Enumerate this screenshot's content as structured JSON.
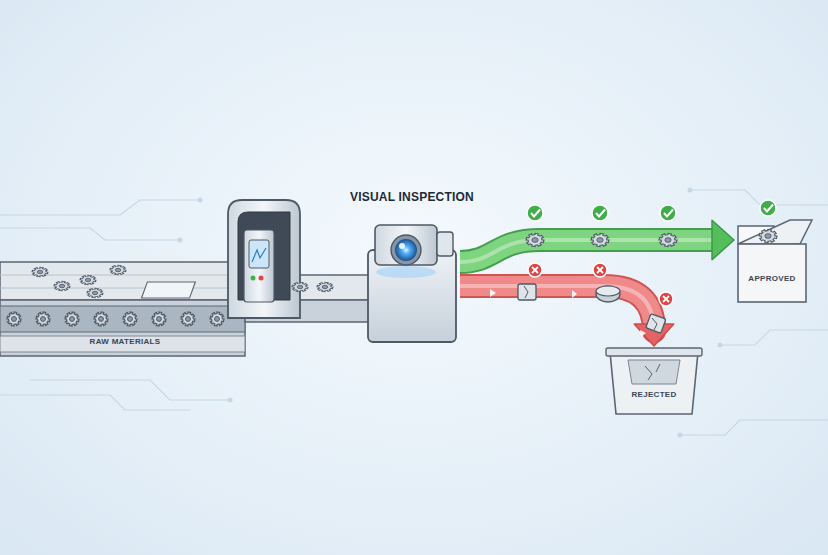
{
  "diagram": {
    "nodes": [
      {
        "text": [
          "RAW MATERIALS"
        ]
      },
      {
        "text": [
          "VISUAL INSPECTION"
        ]
      },
      {
        "text": [
          "APPROVED"
        ]
      },
      {
        "text": [
          "REJECTED"
        ]
      }
    ],
    "edges": [
      {
        "from": 1,
        "to": 2,
        "arrow": "to"
      },
      {
        "from": 1,
        "to": 3,
        "arrow": "to"
      }
    ]
  }
}
